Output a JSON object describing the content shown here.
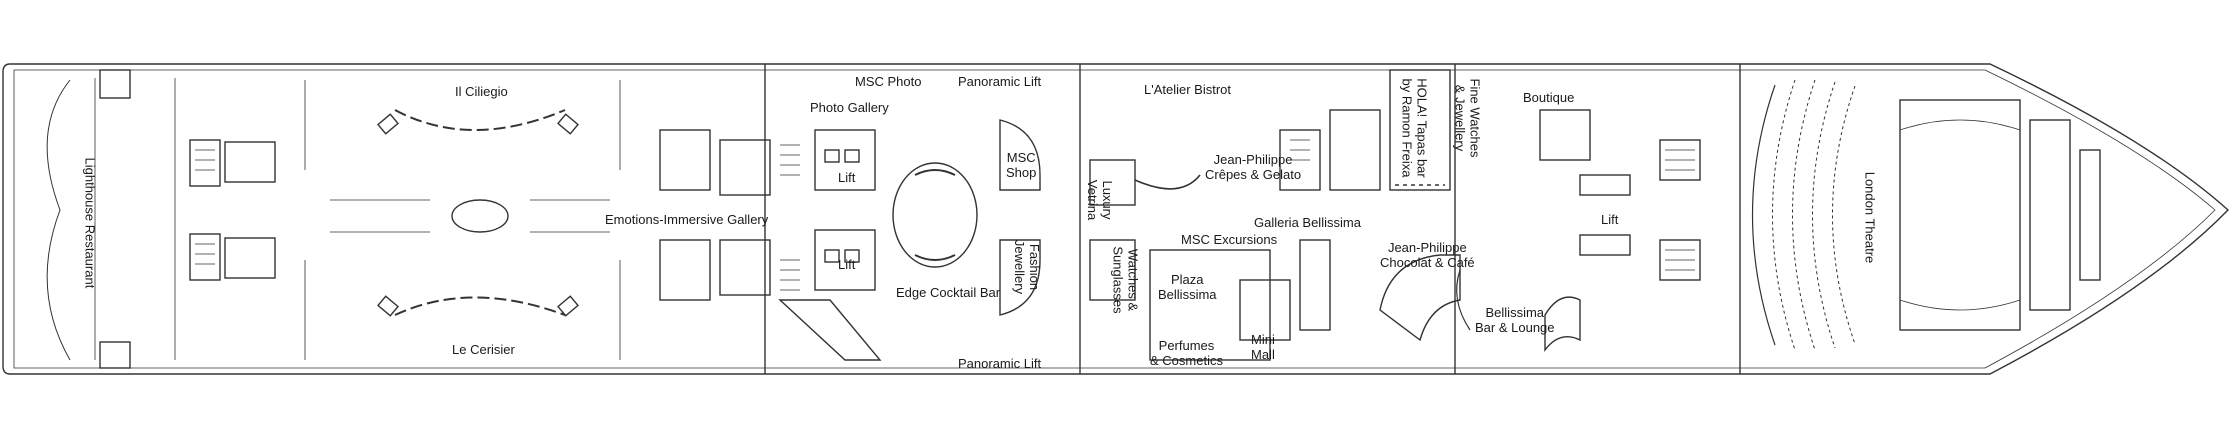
{
  "deck": {
    "labels": {
      "lighthouse_restaurant": "Lighthouse Restaurant",
      "il_ciliegio": "Il Ciliegio",
      "le_cerisier": "Le Cerisier",
      "emotions_gallery": "Emotions-Immersive Gallery",
      "msc_photo": "MSC Photo",
      "photo_gallery": "Photo Gallery",
      "panoramic_lift_top": "Panoramic Lift",
      "panoramic_lift_bottom": "Panoramic Lift",
      "lift_upper": "Lift",
      "lift_lower": "Lift",
      "lift_aft": "Lift",
      "msc_shop_1": "MSC",
      "msc_shop_2": "Shop",
      "fashion_jewellery_1": "Fashion",
      "fashion_jewellery_2": "Jewellery",
      "edge_cocktail_bar": "Edge Cocktail Bar",
      "latelier_bistrot": "L'Atelier Bistrot",
      "luxury_vetrina_1": "Luxury",
      "luxury_vetrina_2": "Vetrina",
      "watches_sunglasses_1": "Watches &",
      "watches_sunglasses_2": "Sunglasses",
      "jean_philippe_crepes_1": "Jean-Philippe",
      "jean_philippe_crepes_2": "Crêpes & Gelato",
      "hola_tapas_1": "HOLA! Tapas bar",
      "hola_tapas_2": "by Ramon Freixa",
      "fine_watches_1": "Fine Watches",
      "fine_watches_2": "& Jewellery",
      "boutique": "Boutique",
      "galleria_bellissima": "Galleria Bellissima",
      "msc_excursions": "MSC Excursions",
      "plaza_bellissima_1": "Plaza",
      "plaza_bellissima_2": "Bellissima",
      "perfumes_cosmetics_1": "Perfumes",
      "perfumes_cosmetics_2": "& Cosmetics",
      "mini_mall_1": "Mini",
      "mini_mall_2": "Mall",
      "jean_philippe_chocolat_1": "Jean-Philippe",
      "jean_philippe_chocolat_2": "Chocolat & Café",
      "bellissima_bar_1": "Bellissima",
      "bellissima_bar_2": "Bar & Lounge",
      "london_theatre": "London Theatre"
    }
  }
}
